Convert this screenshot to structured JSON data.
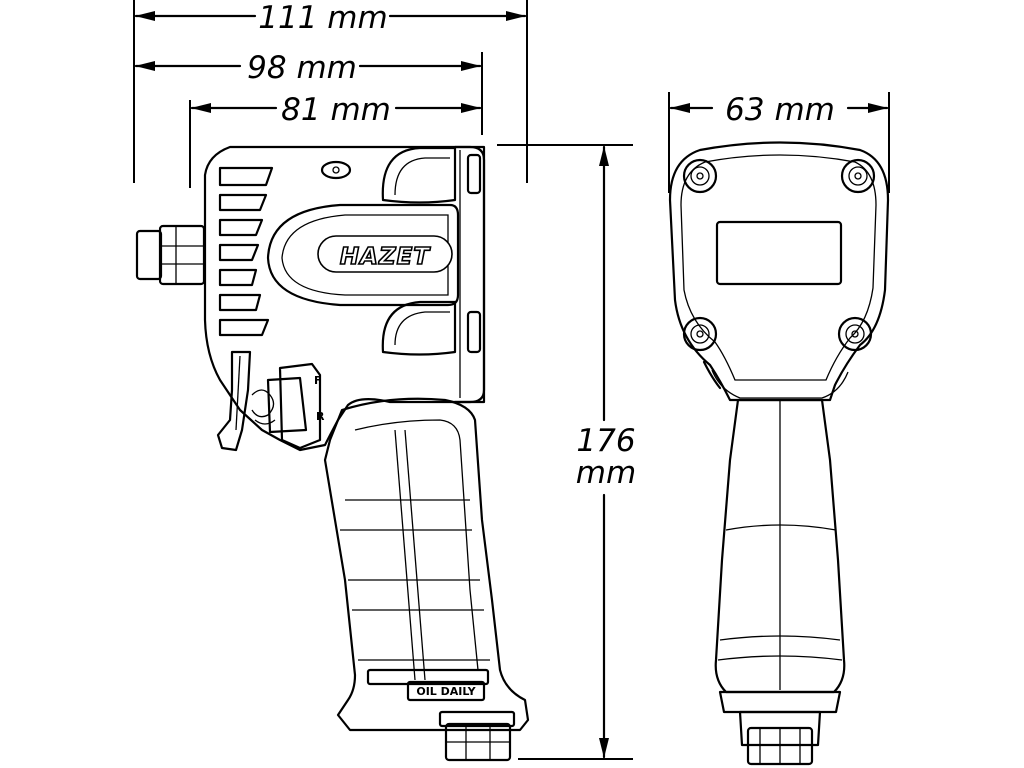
{
  "dimensions": {
    "overall_length": "111 mm",
    "body_length": "98 mm",
    "head_length": "81 mm",
    "width": "63 mm",
    "height_value": "176",
    "height_unit": "mm"
  },
  "labels": {
    "brand": "HAZET",
    "oil_notice": "OIL DAILY",
    "forward_mark": "F",
    "reverse_mark": "R"
  }
}
